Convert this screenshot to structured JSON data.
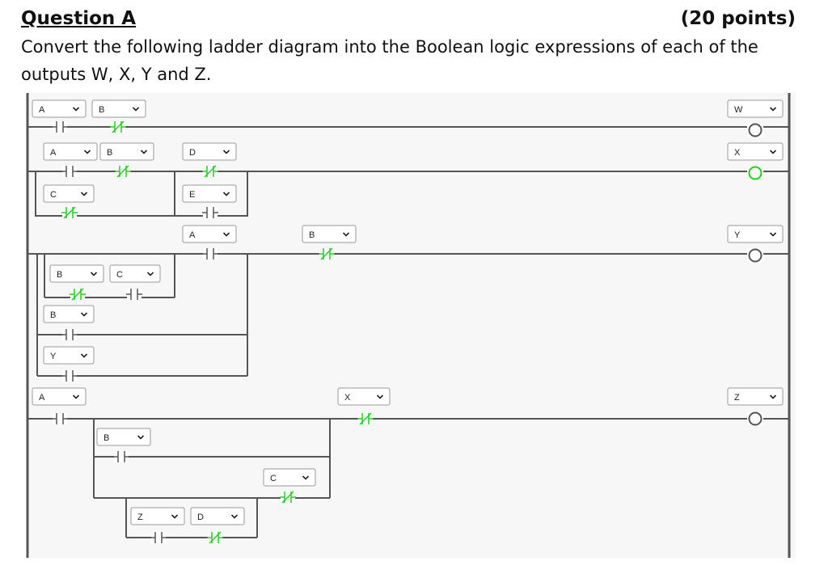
{
  "question": {
    "title": "Question A",
    "points": "(20 points)",
    "instruction_line1": "Convert the following ladder diagram into the Boolean logic expressions of each of the",
    "instruction_line2": "outputs W, X, Y and Z."
  },
  "colors": {
    "wire": "#555555",
    "contact_no": "#555555",
    "contact_nc": "#22cc22",
    "coil": "#555555",
    "coil_active": "#22cc22",
    "panel_bg": "#f7f7f7",
    "select_border": "#999999"
  },
  "diagram": {
    "contacts": [
      {
        "id": "c1",
        "var": "A",
        "type": "NO"
      },
      {
        "id": "c2",
        "var": "B",
        "type": "NC"
      },
      {
        "id": "c3",
        "var": "A",
        "type": "NO"
      },
      {
        "id": "c4",
        "var": "B",
        "type": "NC"
      },
      {
        "id": "c5",
        "var": "D",
        "type": "NC"
      },
      {
        "id": "c6",
        "var": "C",
        "type": "NC"
      },
      {
        "id": "c7",
        "var": "E",
        "type": "NO"
      },
      {
        "id": "c8",
        "var": "A",
        "type": "NO"
      },
      {
        "id": "c9",
        "var": "B",
        "type": "NC"
      },
      {
        "id": "c10",
        "var": "B",
        "type": "NC"
      },
      {
        "id": "c11",
        "var": "C",
        "type": "NO"
      },
      {
        "id": "c12",
        "var": "B",
        "type": "NO"
      },
      {
        "id": "c13",
        "var": "Y",
        "type": "NO"
      },
      {
        "id": "c14",
        "var": "A",
        "type": "NO"
      },
      {
        "id": "c15",
        "var": "X",
        "type": "NC"
      },
      {
        "id": "c16",
        "var": "B",
        "type": "NO"
      },
      {
        "id": "c17",
        "var": "C",
        "type": "NC"
      },
      {
        "id": "c18",
        "var": "Z",
        "type": "NO"
      },
      {
        "id": "c19",
        "var": "D",
        "type": "NC"
      }
    ],
    "coils": [
      {
        "id": "o1",
        "var": "W",
        "active": false
      },
      {
        "id": "o2",
        "var": "X",
        "active": true
      },
      {
        "id": "o3",
        "var": "Y",
        "active": false
      },
      {
        "id": "o4",
        "var": "Z",
        "active": false
      }
    ]
  }
}
